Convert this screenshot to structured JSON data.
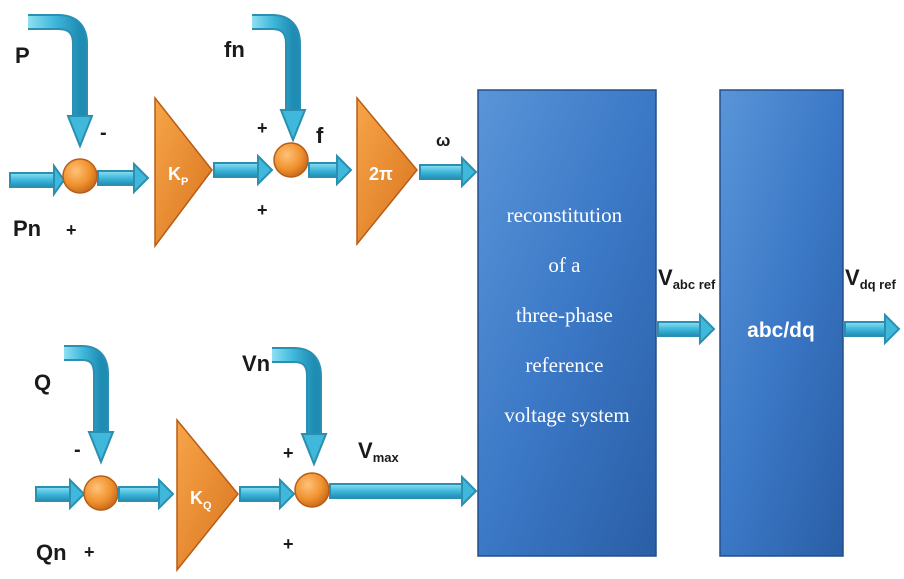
{
  "top_path": {
    "input_P": "P",
    "input_Pn": "Pn",
    "sum1_minus": "-",
    "sum1_plus": "+",
    "gain_Kp_main": "K",
    "gain_Kp_sub": "P",
    "input_fn": "fn",
    "sum2_plus_top": "+",
    "sum2_plus_bottom": "+",
    "signal_f": "f",
    "gain_2pi": "2π",
    "signal_omega": "ω"
  },
  "bottom_path": {
    "input_Q": "Q",
    "input_Qn": "Qn",
    "sum3_minus": "-",
    "sum3_plus": "+",
    "gain_Kq_main": "K",
    "gain_Kq_sub": "Q",
    "input_Vn": "Vn",
    "sum4_plus_top": "+",
    "sum4_plus_bottom": "+",
    "signal_vmax_main": "V",
    "signal_vmax_sub": "max"
  },
  "blocks": {
    "reconstitution_lines": [
      "reconstitution",
      "of a",
      "three-phase",
      "reference",
      "voltage system"
    ],
    "transform_label": "abc/dq"
  },
  "outputs": {
    "vabc_main": "V",
    "vabc_sub": "abc ref",
    "vdq_main": "V",
    "vdq_sub": "dq ref"
  },
  "colors": {
    "arrow": "#4ec3e0",
    "arrow_edge": "#2a8fb0",
    "sum_junction": "#f0922e",
    "gain_block": "#ef8f2e",
    "system_block": "#3d7cc9"
  }
}
